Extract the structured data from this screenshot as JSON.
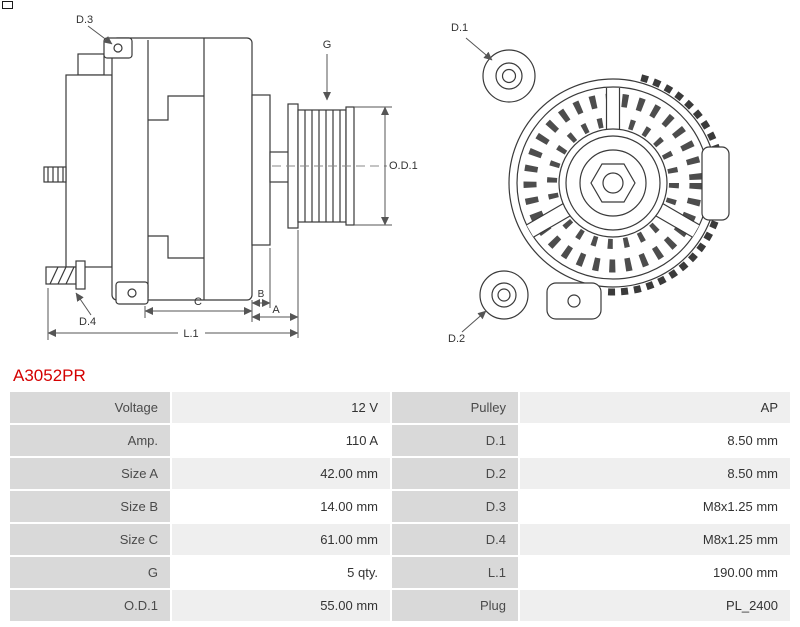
{
  "part_number": "A3052PR",
  "drawing": {
    "labels": {
      "d3": "D.3",
      "d4": "D.4",
      "g": "G",
      "od1": "O.D.1",
      "d1": "D.1",
      "d2": "D.2",
      "c": "C",
      "b": "B",
      "a": "A",
      "l1": "L.1"
    }
  },
  "specs": {
    "rows": [
      {
        "label_left": "Voltage",
        "value_left": "12 V",
        "label_right": "Pulley",
        "value_right": "AP"
      },
      {
        "label_left": "Amp.",
        "value_left": "110 A",
        "label_right": "D.1",
        "value_right": "8.50 mm"
      },
      {
        "label_left": "Size A",
        "value_left": "42.00 mm",
        "label_right": "D.2",
        "value_right": "8.50 mm"
      },
      {
        "label_left": "Size B",
        "value_left": "14.00 mm",
        "label_right": "D.3",
        "value_right": "M8x1.25 mm"
      },
      {
        "label_left": "Size C",
        "value_left": "61.00 mm",
        "label_right": "D.4",
        "value_right": "M8x1.25 mm"
      },
      {
        "label_left": "G",
        "value_left": "5 qty.",
        "label_right": "L.1",
        "value_right": "190.00 mm"
      },
      {
        "label_left": "O.D.1",
        "value_left": "55.00 mm",
        "label_right": "Plug",
        "value_right": "PL_2400"
      }
    ]
  },
  "colors": {
    "part_number": "#d40000",
    "label_cell_bg": "#d9d9d9",
    "value_cell_bg": "#ffffff",
    "value_cell_alt_bg": "#efefef",
    "line": "#3a3a3a",
    "dim": "#555555"
  }
}
